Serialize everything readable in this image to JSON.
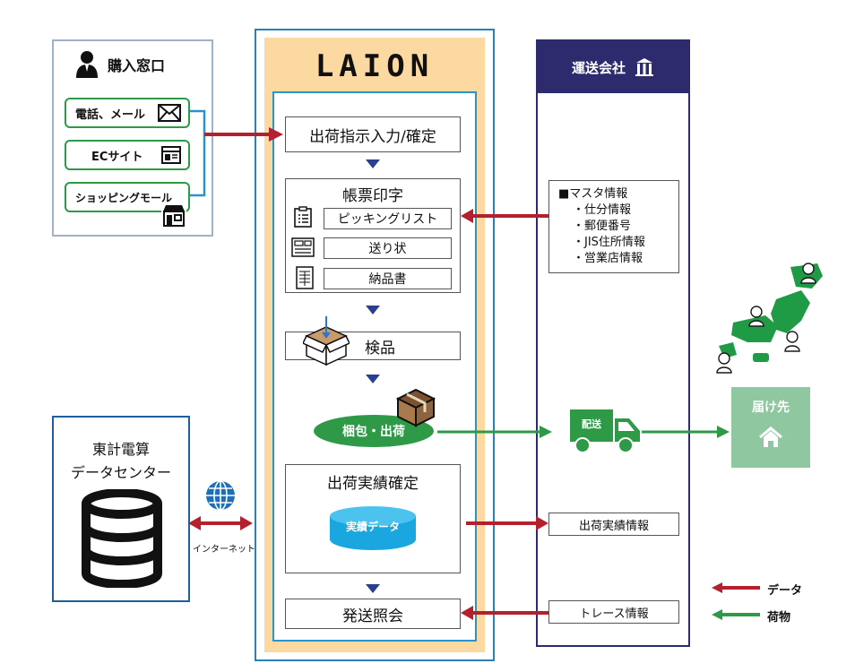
{
  "purchase_window": {
    "title": "購入窓口",
    "channels": [
      "電話、メール",
      "ECサイト",
      "ショッピングモール"
    ]
  },
  "laion": {
    "logo": "LAION",
    "steps": {
      "shipping_input": "出荷指示入力/確定",
      "forms_title": "帳票印字",
      "forms": [
        "ピッキングリスト",
        "送り状",
        "納品書"
      ],
      "inspection": "検品",
      "packing": "梱包・出荷",
      "results_title": "出荷実績確定",
      "results_data": "実績データ",
      "inquiry": "発送照会"
    }
  },
  "carrier": {
    "title": "運送会社",
    "master_title": "■マスタ情報",
    "master_items": [
      "・仕分情報",
      "・郵便番号",
      "・JIS住所情報",
      "・営業店情報"
    ],
    "results_info": "出荷実績情報",
    "trace_info": "トレース情報",
    "truck_label": "配送"
  },
  "destination": {
    "label": "届け先"
  },
  "tokei": {
    "line1": "東計電算",
    "line2": "データセンター",
    "network_label": "インターネット"
  },
  "legend": [
    {
      "label": "データ",
      "color": "#b4202e"
    },
    {
      "label": "荷物",
      "color": "#2e9a48"
    }
  ],
  "colors": {
    "data_arrow": "#b4202e",
    "goods_arrow": "#2e9a48",
    "carrier_navy": "#2e2a6e",
    "laion_band": "#fbd9a0"
  }
}
